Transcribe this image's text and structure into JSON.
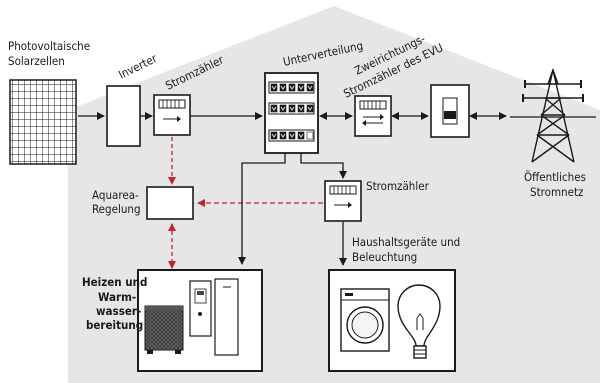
{
  "labels": {
    "pv_line1": "Photovoltaische",
    "pv_line2": "Solarzellen",
    "inverter": "Inverter",
    "meter_pv": "Stromzähler",
    "distribution": "Unterverteilung",
    "evu_line1": "Zweirichtungs-",
    "evu_line2": "Stromzähler des EVU",
    "grid_line1": "Öffentliches",
    "grid_line2": "Stromnetz",
    "aquarea_line1": "Aquarea-",
    "aquarea_line2": "Regelung",
    "meter_house": "Stromzähler",
    "heating_line1": "Heizen und",
    "heating_line2": "Warm-",
    "heating_line3": "wasser-",
    "heating_line4": "bereitung",
    "household_line1": "Haushaltsgeräte und",
    "household_line2": "Beleuchtung"
  },
  "colors": {
    "house_fill": "#e6e6e6",
    "line": "#1a1a1a",
    "dashed_arrow": "#c0272d"
  }
}
